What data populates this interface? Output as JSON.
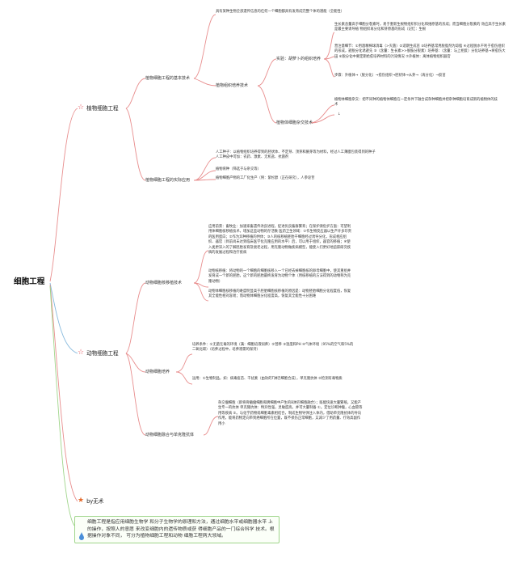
{
  "root": {
    "title": "细胞工程"
  },
  "branches": [
    {
      "title": "植物细胞工程",
      "icon": "hollow-star-icon",
      "children": [
        {
          "label": "植物细胞工程的基本技术",
          "children": [
            {
              "text": "具有某种生物全部遗传信息的任何一个细胞都具有发育成完整个体的潜能（全能性）"
            },
            {
              "label": "植物组织培养技术",
              "children": [
                {
                  "label": "实验：胡萝卜的组织培养",
                  "children": [
                    {
                      "text": "生长素含量高于细胞分裂素时，易于重新生根物组织织分化和维原基的形成；而当细胞分裂素的 效应高于生长素是最主要诱导植 物组织再分化和芽原基的形成（记忆：生根"
                    },
                    {
                      "text": "营注意细节：①用酒精棉球消毒（>灭菌）②适期生成苗 ③培养基常用脱脂剂为琼脂 ④过程脱水干利于愈伤组织的形成，避脱分化诱避先 ⑤（含量：生长素>>脱胺分裂素）培养基：（含量：与上相反）分化培养基→将愈伤大田 ⑥脱分化中要定期给愈培养材料的污染情况 ⑦外植体：离体植物组织器官"
                    },
                    {
                      "text": "步骤：外植体→（脱分化）→愈伤组织→胚状体→从芽→（再分化）→胶苗"
                    }
                  ]
                },
                {
                  "label": "植物体细胞杂交技术",
                  "children": [
                    {
                      "text": "植物体细胞杂交：把不同种的植物体细胞在一定条件下融合成杂种细胞并把杂种细胞培育成新的植物体的技术"
                    },
                    {
                      "text": "↓"
                    }
                  ]
                }
              ]
            }
          ]
        },
        {
          "label": "植物细胞工程的实际应用",
          "children": [
            {
              "text": "人工种子：以植物组织培养得到的胚状体、不定芽、顶芽和腋芽等为材料，经过人工薄膜包装得到的种子 人工种皮中可加：农药、激素、无机盐、抗菌剂"
            },
            {
              "text": "植物育种（筛选于与杂交等）"
            },
            {
              "text": "植物细胞产物的工厂化生产（例：紫杉醇（正在研究），人参皂苷"
            }
          ]
        }
      ]
    },
    {
      "title": "动物细胞工程",
      "icon": "hollow-star-icon",
      "children": [
        {
          "label": "动物细胞核移植技术",
          "children": [
            {
              "text": "应用前景：畜牧业：加速家畜遗传改良进程，促进优良畜群繁育；在保护濒危护方面：可望利用体细胞核移植技术，增加这些动物的存活数 医药卫生领域：①作生物反应器以生产许多珍贵的医用蛋白；②作为异种移植的供体；③人的核移植胚胎干细胞经过诱导分化，形成相应组织、器官（目前尚未达到临床医学化克隆应用的水平）后，可以用于组织，器官的移植；④使入类更深入的了解胚胎发育及衰老过程，用克隆动物做疾病模型，能使入们更好地追踪研究疾病的发展过程和治疗疾病"
            },
            {
              "text": "动物核移植：将动物的一个细胞的细胞核移入一个已经去掉细胞核的卵母细胞中，使其重组并发育成一个新的胚胎，这个新的胚胎最终发育为动物个体（用核移植的方法得到的动物称为克隆动物）"
            },
            {
              "text": "动物体细胞核移植的难度明显高于胚胎细胞核移植的原因是：动物胚胎细胞分化程度低，恢复其全能性相对容易；而动物体细胞分化程度高，恢复其全能性十分困难"
            }
          ]
        },
        {
          "label": "动物细胞培养",
          "children": [
            {
              "text": "培养条件：①无菌无毒的环境（满：细胞培液饲养）②营养 ③温度和PH ④气体环境（95%的空气和5%的二氧化碳）（培养过程中，培养液需的保持）"
            },
            {
              "text": "运用：①生物制品，如：病毒疫苗、干扰素（由效的T淋巴细胞合成），单克隆抗体 ②检测有毒物质"
            }
          ]
        },
        {
          "label": "动物细胞融合与单克隆抗体",
          "children": [
            {
              "text": "杂交瘤细胞（即将骨髓瘤细胞和脾细胞中产生的B淋巴细胞融合）；既能快速大量繁殖，又能产生专一的抗体 单克隆抗体：特异性强，灵敏度高，并可大量制备 ①。定位诊断肿瘤，心血管等用等疾病 ②。与化学药物或细胞毒素相结合，制成生物导弹注入体内，借助单克隆抗体的导向作用，能将药物定向带到癌细胞所在位置，既不损伤正常细胞，又减少了用药量、疗效高副作用小"
            }
          ]
        }
      ]
    },
    {
      "title": "by无术",
      "icon": "solid-star-icon",
      "children": []
    }
  ],
  "summary": "细胞工程是指应用细胞生物学 和分子生物学的原理和方法，通过细胞水平或细胞器水平 上的操作，按照人的意愿 来改变细胞内的遗传物质或获 得细胞产品的一门综合科学 技术。根据操作对象不同， 可分为植物细胞工程和动物 细胞工程两大领域。",
  "colors": {
    "branch_line": "#e88e8e",
    "animal_line": "#86b9dd",
    "note_line": "#9fd58a",
    "hollow_star": "#e2525a",
    "solid_star": "#e46b2c",
    "drop_icon": "#4a8fd9"
  }
}
